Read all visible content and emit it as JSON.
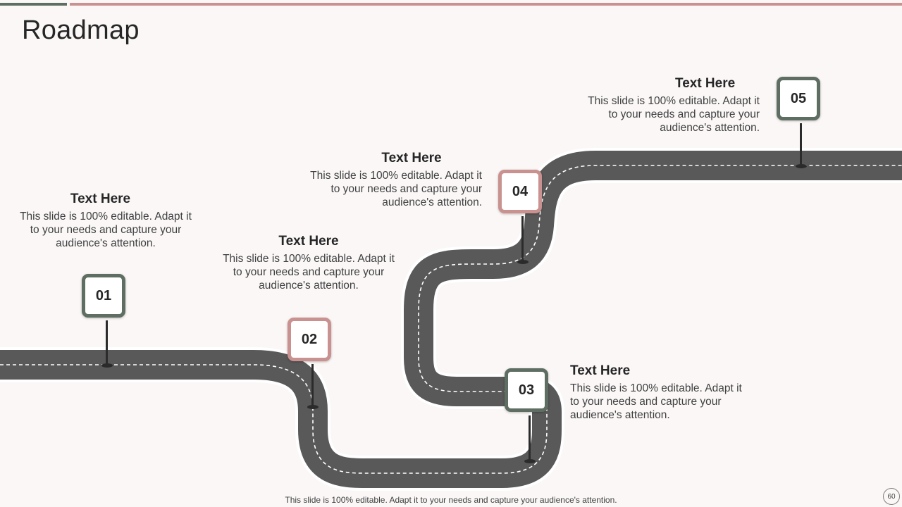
{
  "slide": {
    "title": "Roadmap",
    "footer": "This slide is 100% editable. Adapt it to your needs and capture your audience's attention.",
    "page_number": "60"
  },
  "steps": [
    {
      "number": "01",
      "heading": "Text Here",
      "text": "This slide is 100% editable. Adapt it to your needs and capture your audience's attention.",
      "color": "#5f6e63"
    },
    {
      "number": "02",
      "heading": "Text Here",
      "text": "This slide is 100% editable. Adapt it to your needs and capture your audience's attention.",
      "color": "#c99290"
    },
    {
      "number": "03",
      "heading": "Text Here",
      "text": "This slide is 100% editable. Adapt it to your needs and capture your audience's attention.",
      "color": "#5f6e63"
    },
    {
      "number": "04",
      "heading": "Text Here",
      "text": "This slide is 100% editable. Adapt it to your needs and capture your audience's attention.",
      "color": "#c99290"
    },
    {
      "number": "05",
      "heading": "Text Here",
      "text": "This slide is 100% editable. Adapt it to your needs and capture your audience's attention.",
      "color": "#5f6e63"
    }
  ],
  "colors": {
    "road": "#595959",
    "road_dash": "#ffffff",
    "accent_green": "#5f6e63",
    "accent_pink": "#c99290",
    "background": "#fbf7f7"
  }
}
